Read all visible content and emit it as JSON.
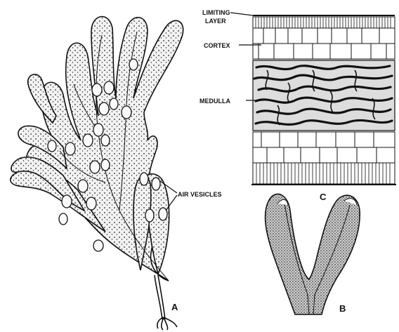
{
  "labels": {
    "limiting_layer_line1": "LIMITING",
    "limiting_layer_line2": "LAYER",
    "cortex": "CORTEX",
    "medulla": "MEDULLA",
    "air_vesicles": "AIR VESICLES",
    "panel_a": "A",
    "panel_b": "B",
    "panel_c": "C"
  },
  "colors": {
    "ink": "#111111",
    "paper": "#ffffff",
    "thallus_fill": "#e9e9e9"
  }
}
